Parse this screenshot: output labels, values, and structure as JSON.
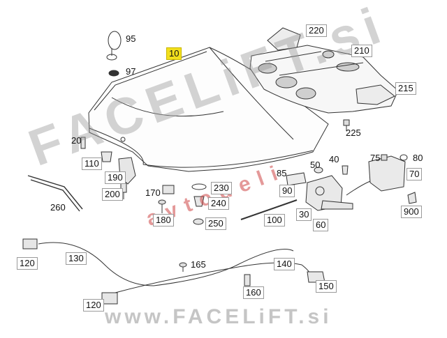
{
  "watermark": {
    "main": "FACELiFT.si",
    "sub": "avtodeli",
    "footer": "www.FACELiFT.si"
  },
  "colors": {
    "highlight": "#f2df1c",
    "watermark_gray": "#969696",
    "watermark_red": "#cd4646"
  },
  "labels": {
    "p10": "10",
    "p20": "20",
    "p30": "30",
    "p40": "40",
    "p50": "50",
    "p60": "60",
    "p70": "70",
    "p75": "75",
    "p80": "80",
    "p85": "85",
    "p90": "90",
    "p95": "95",
    "p97": "97",
    "p100": "100",
    "p110": "110",
    "p120a": "120",
    "p120b": "120",
    "p130": "130",
    "p140": "140",
    "p150": "150",
    "p160": "160",
    "p165": "165",
    "p170": "170",
    "p180": "180",
    "p190": "190",
    "p200": "200",
    "p210": "210",
    "p215": "215",
    "p220": "220",
    "p225": "225",
    "p230": "230",
    "p240": "240",
    "p250": "250",
    "p260": "260",
    "p900": "900"
  }
}
